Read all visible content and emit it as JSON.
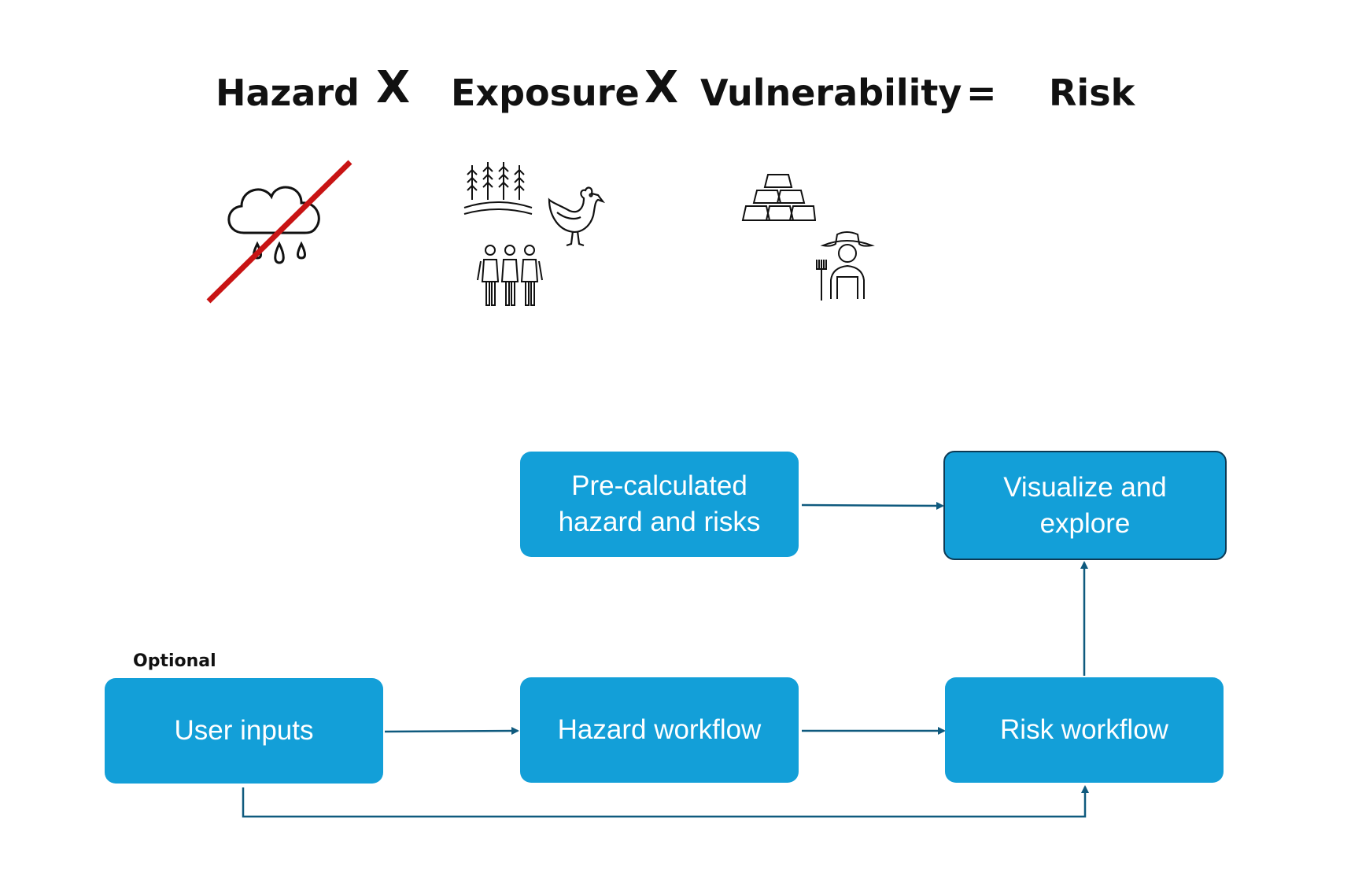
{
  "equation": {
    "hazard": "Hazard",
    "times_1": "X",
    "exposure": "Exposure",
    "times_2": "X",
    "vulnerability": "Vulnerability",
    "equals": "=",
    "risk": "Risk"
  },
  "icons": {
    "hazard": [
      "rain-cloud-icon",
      "red-strike-through"
    ],
    "exposure": [
      "crops-icon",
      "chicken-icon",
      "people-group-icon"
    ],
    "vulnerability": [
      "gold-bars-icon",
      "farmer-icon"
    ]
  },
  "flow": {
    "precalculated": "Pre-calculated hazard and risks",
    "visualize": "Visualize and explore",
    "optional_label": "Optional",
    "user_inputs": "User inputs",
    "hazard_workflow": "Hazard workflow",
    "risk_workflow": "Risk workflow"
  },
  "colors": {
    "box_fill": "#139fd8",
    "arrow": "#0f5a7e",
    "strike": "#c81414"
  }
}
